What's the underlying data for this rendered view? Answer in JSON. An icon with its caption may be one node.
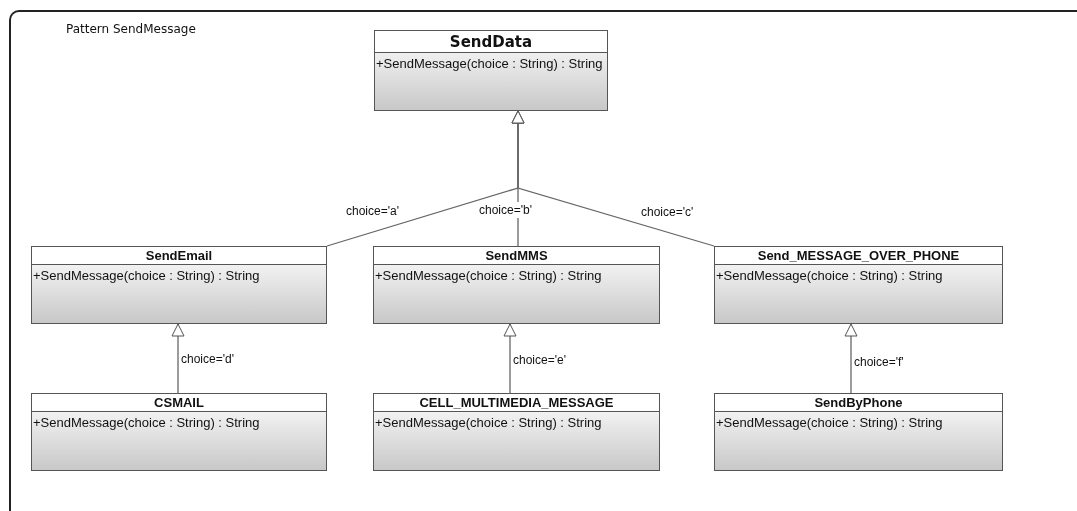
{
  "diagram": {
    "title": "Pattern SendMessage",
    "nodes": [
      {
        "text": [
          "SendData",
          "+SendMessage(choice : String) : String"
        ]
      },
      {
        "text": [
          "SendEmail",
          "+SendMessage(choice : String) : String"
        ]
      },
      {
        "text": [
          "SendMMS",
          "+SendMessage(choice : String) : String"
        ]
      },
      {
        "text": [
          "Send_MESSAGE_OVER_PHONE",
          "+SendMessage(choice : String) : String"
        ]
      },
      {
        "text": [
          "CSMAIL",
          "+SendMessage(choice : String) : String"
        ]
      },
      {
        "text": [
          "CELL_MULTIMEDIA_MESSAGE",
          "+SendMessage(choice : String) : String"
        ]
      },
      {
        "text": [
          "SendByPhone",
          "+SendMessage(choice : String) : String"
        ]
      }
    ],
    "edges": [
      {
        "from": 1,
        "to": 0,
        "arrow": "to",
        "label": "choice='a'"
      },
      {
        "from": 2,
        "to": 0,
        "arrow": "to",
        "label": "choice='b'"
      },
      {
        "from": 3,
        "to": 0,
        "arrow": "to",
        "label": "choice='c'"
      },
      {
        "from": 4,
        "to": 1,
        "arrow": "to",
        "label": "choice='d'"
      },
      {
        "from": 5,
        "to": 2,
        "arrow": "to",
        "label": "choice='e'"
      },
      {
        "from": 6,
        "to": 3,
        "arrow": "to",
        "label": "choice='f'"
      }
    ]
  }
}
